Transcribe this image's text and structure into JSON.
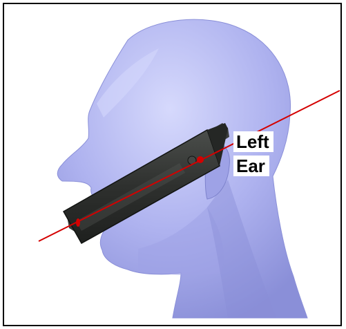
{
  "label": {
    "line1": "Left",
    "line2": "Ear"
  },
  "colors": {
    "frame": "#000000",
    "head_fill": "#aeb2ef",
    "head_shadow": "#8a8fd8",
    "head_highlight": "#d4d7fb",
    "phone_body": "#2e302e",
    "phone_edge": "#4b4e4b",
    "axis_line": "#d40000"
  },
  "icons": {
    "head": "mannequin-head-side-view",
    "device": "mobile-phone",
    "marker": "reference-point-dot"
  }
}
